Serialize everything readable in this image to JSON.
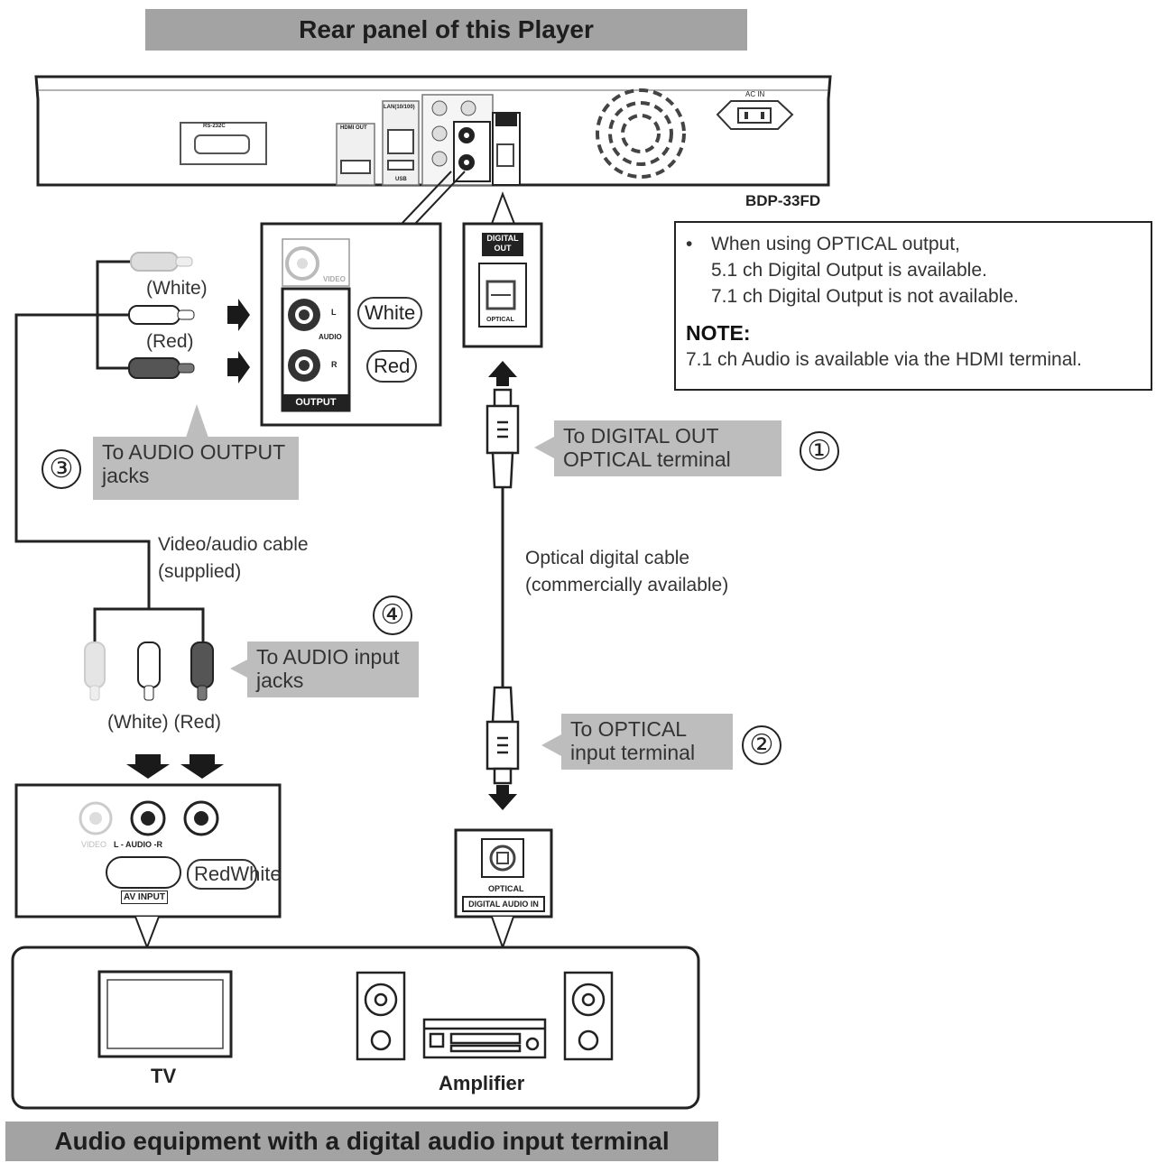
{
  "header_banner": "Rear panel of this Player",
  "footer_banner": "Audio equipment with a digital audio input terminal",
  "model": "BDP-33FD",
  "info_box": {
    "bullet": "•",
    "line1": "When using OPTICAL output,",
    "line2": "5.1 ch Digital Output is available.",
    "line3": "7.1 ch Digital Output is not available.",
    "note_title": "NOTE:",
    "note_text": "7.1 ch Audio is available via the HDMI terminal."
  },
  "steps": [
    {
      "num": "①",
      "text1": "To DIGITAL OUT",
      "text2": "OPTICAL terminal"
    },
    {
      "num": "②",
      "text1": "To OPTICAL",
      "text2": "input terminal"
    },
    {
      "num": "③",
      "text1": "To AUDIO OUTPUT",
      "text2": "jacks"
    },
    {
      "num": "④",
      "text1": "To AUDIO input",
      "text2": "jacks"
    }
  ],
  "cables": {
    "optical_1": "Optical digital cable",
    "optical_2": "(commercially available)",
    "video_1": "Video/audio cable",
    "video_2": "(supplied)"
  },
  "plug_labels": {
    "white": "(White)",
    "red": "(Red)",
    "bottom": "(White) (Red)"
  },
  "output_panel": {
    "video": "VIDEO",
    "l": "L",
    "audio": "AUDIO",
    "r": "R",
    "output": "OUTPUT",
    "white_pill": "White",
    "red_pill": "Red"
  },
  "digital_out_panel": {
    "title1": "DIGITAL",
    "title2": "OUT",
    "optical": "OPTICAL"
  },
  "av_input_panel": {
    "video": "VIDEO",
    "audio": "L - AUDIO -R",
    "av_input": "AV INPUT",
    "pill_text": "RedWhite"
  },
  "digital_in_panel": {
    "optical": "OPTICAL",
    "digital_audio_in": "DIGITAL AUDIO IN"
  },
  "devices": {
    "tv": "TV",
    "amplifier": "Amplifier"
  },
  "rear_labels": {
    "rs232c": "RS-232C",
    "hdmi": "HDMI OUT",
    "lan": "LAN(10/100)",
    "usb": "USB",
    "acin": "AC IN"
  }
}
